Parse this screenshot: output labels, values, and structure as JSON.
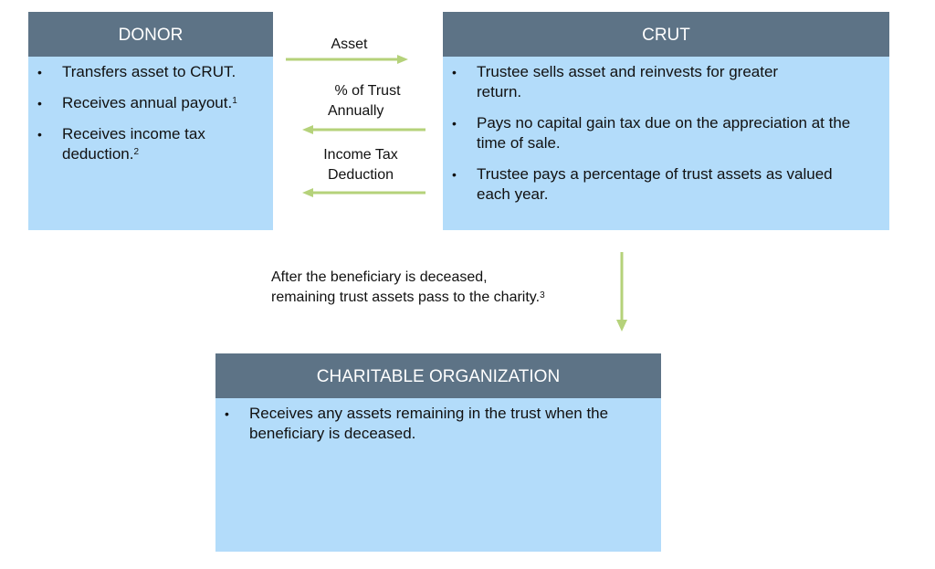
{
  "donor": {
    "title": "DONOR",
    "items": [
      {
        "text": "Transfers asset to CRUT.",
        "sup": ""
      },
      {
        "text": "Receives annual payout.",
        "sup": "1"
      },
      {
        "text": "Receives income tax deduction.",
        "sup": "2"
      }
    ]
  },
  "crut": {
    "title": "CRUT",
    "items": [
      {
        "text": "Trustee sells asset and reinvests for greater return.",
        "sup": ""
      },
      {
        "text": "Pays no capital gain tax due on the appreciation at the time of sale.",
        "sup": ""
      },
      {
        "text": "Trustee pays a percentage of trust assets as valued each year.",
        "sup": ""
      }
    ]
  },
  "charity": {
    "title": "CHARITABLE ORGANIZATION",
    "items": [
      {
        "text": "Receives any assets remaining in the trust when the beneficiary is deceased.",
        "sup": ""
      }
    ]
  },
  "arrows": {
    "asset": "Asset",
    "payout_line1": "% of Trust",
    "payout_line2": "Annually",
    "deduction_line1": "Income Tax",
    "deduction_line2": "Deduction",
    "down_line1": "After the beneficiary is deceased,",
    "down_line2": "remaining trust assets pass to the charity.",
    "down_sup": "3"
  },
  "colors": {
    "header": "#5d7386",
    "body": "#b3dcfa",
    "arrow": "#b5d27a"
  }
}
